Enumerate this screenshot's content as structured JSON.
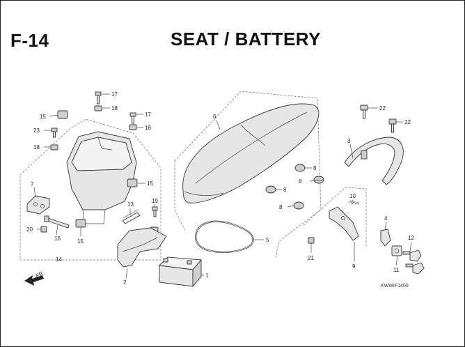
{
  "header": {
    "section_code": "F-14",
    "title": "SEAT / BATTERY"
  },
  "drawing_code": "KWWIF1400",
  "front_marker": "FR.",
  "callouts": {
    "c1": "1",
    "c2": "2",
    "c3": "3",
    "c4": "4",
    "c5": "5",
    "c6": "6",
    "c7": "7",
    "c8a": "8",
    "c8b": "8",
    "c8c": "8",
    "c8d": "8",
    "c9": "9",
    "c10": "10",
    "c11": "11",
    "c12": "12",
    "c13": "13",
    "c14": "14",
    "c15a": "15",
    "c15b": "15",
    "c15c": "15",
    "c16": "16",
    "c17a": "17",
    "c17b": "17",
    "c18a": "18",
    "c18b": "18",
    "c18c": "18",
    "c19": "19",
    "c20": "20",
    "c21": "21",
    "c22a": "22",
    "c22b": "22",
    "c23": "23"
  }
}
